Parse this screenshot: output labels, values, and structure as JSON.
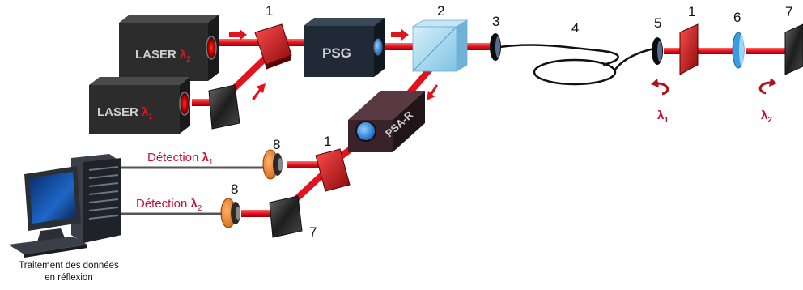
{
  "colors": {
    "beam": "#e0141e",
    "label_red": "#c8102e",
    "box": "#2a2a2a",
    "psg_box": "#1f2a36",
    "splitter": "#9fd3ec"
  },
  "labels": {
    "laser2_text": "LASER ",
    "laser2_sym": "λ",
    "laser2_sub": "2",
    "laser1_text": "LASER ",
    "laser1_sym": "λ",
    "laser1_sub": "1",
    "psg": "PSG",
    "psar": "PSA-R",
    "n1_top": "1",
    "n2": "2",
    "n3": "3",
    "n4": "4",
    "n5": "5",
    "n1_right": "1",
    "n6": "6",
    "n7_right": "7",
    "n8_top": "8",
    "n1_mid": "1",
    "n8_bottom": "8",
    "n7_bottom": "7",
    "det1_text": "Détection ",
    "det1_sym": "λ",
    "det1_sub": "1",
    "det2_text": "Détection ",
    "det2_sym": "λ",
    "det2_sub": "2",
    "rot1_sym": "λ",
    "rot1_sub": "1",
    "rot2_sym": "λ",
    "rot2_sub": "2",
    "caption_line1": "Traitement des données",
    "caption_line2": "en réflexion"
  },
  "icons": [
    "laser-box",
    "polarizer-plate",
    "psg-box",
    "beam-splitter-cube",
    "fiber-coil",
    "wave-plate",
    "mirror",
    "psa-r-box",
    "photodetector",
    "computer-icon",
    "rotation-arrow"
  ]
}
